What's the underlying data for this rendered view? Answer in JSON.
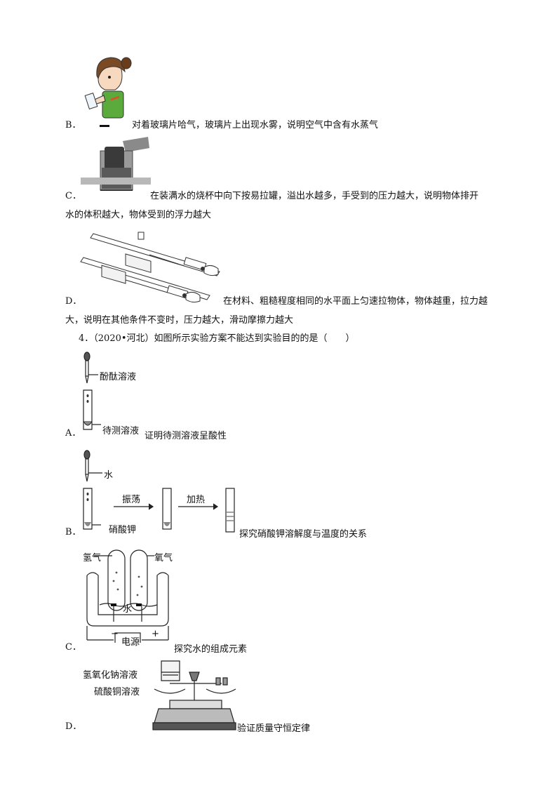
{
  "options_top": [
    {
      "letter": "B．",
      "text": "对着玻璃片哈气，玻璃片上出现水雾，说明空气中含有水蒸气"
    },
    {
      "letter": "C．",
      "text": "在装满水的烧杯中向下按易拉罐，溢出水越多，手受到的压力越大，说明物体排开",
      "text2": "水的体积越大，物体受到的浮力越大"
    },
    {
      "letter": "D．",
      "text": "在材料、粗糙程度相同的水平面上匀速拉物体，物体越重，拉力越",
      "text2": "大，说明在其他条件不变时，压力越大，滑动摩擦力越大"
    }
  ],
  "question4": {
    "stem": "4．（2020•河北）如图所示实验方案不能达到实验目的的是（　　）",
    "options": [
      {
        "letter": "A．",
        "label_top": "酚酞溶液",
        "label_bottom": "待测溶液",
        "text": "证明待测溶液呈酸性"
      },
      {
        "letter": "B．",
        "label_water": "水",
        "label_salt": "硝酸钾",
        "step1": "振荡",
        "step2": "加热",
        "text": "探究硝酸钾溶解度与温度的关系"
      },
      {
        "letter": "C．",
        "label_left": "氢气",
        "label_right": "氧气",
        "label_water": "水",
        "label_power": "电源",
        "minus": "−",
        "plus": "+",
        "text": "探究水的组成元素"
      },
      {
        "letter": "D．",
        "label1": "氢氧化钠溶液",
        "label2": "硫酸铜溶液",
        "text": "验证质量守恒定律"
      }
    ]
  }
}
